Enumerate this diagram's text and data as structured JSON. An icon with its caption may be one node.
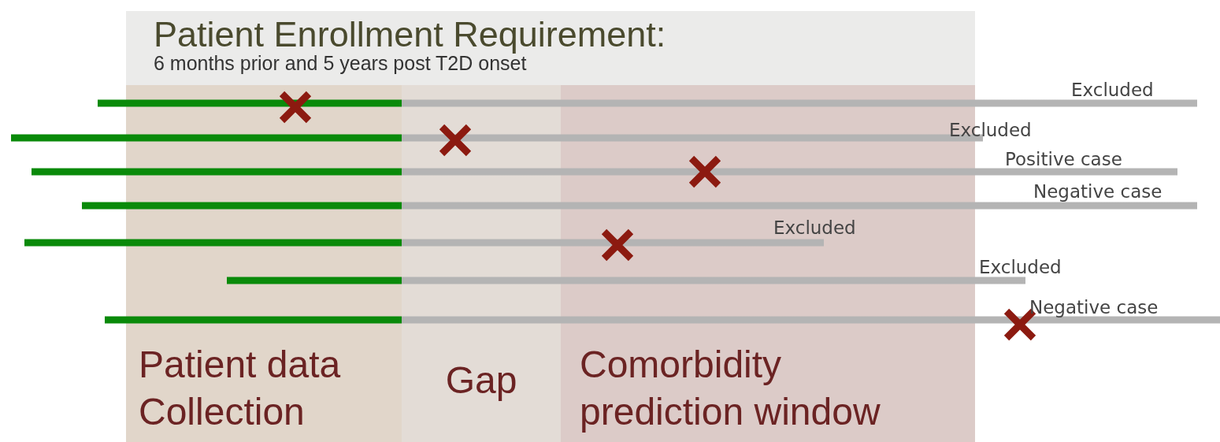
{
  "diagram": {
    "nodes": [
      {
        "text": [
          "Patient Enrollment Requirement:",
          "6 months prior and 5 years post T2D onset"
        ]
      },
      {
        "text": [
          "Patient data Collection"
        ]
      },
      {
        "text": [
          "Gap"
        ]
      },
      {
        "text": [
          "Comorbidity prediction window"
        ]
      }
    ],
    "labels": [
      "Excluded",
      "Excluded",
      "Positive case",
      "Negative case",
      "Excluded",
      "Excluded",
      "Negative case"
    ]
  }
}
